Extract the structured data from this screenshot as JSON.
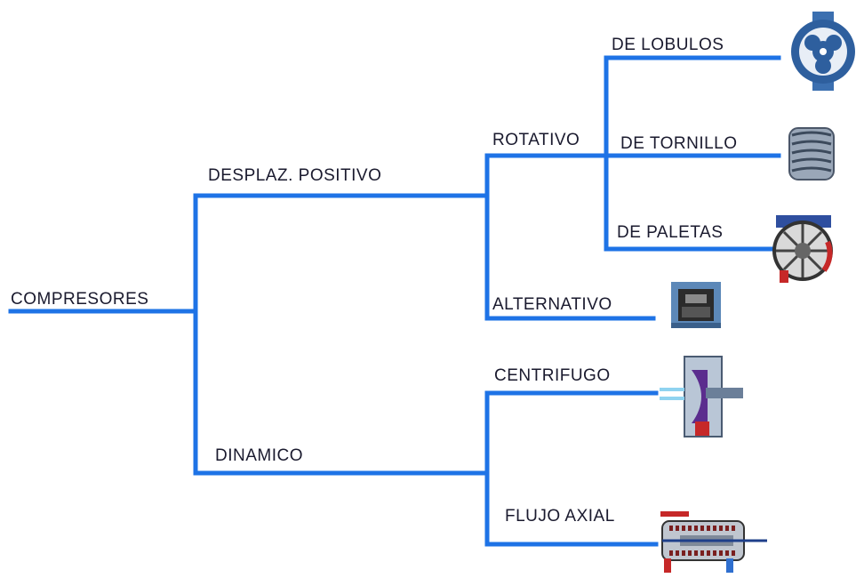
{
  "diagram": {
    "root": "COMPRESORES",
    "positive_displacement": "DESPLAZ. POSITIVO",
    "dynamic": "DINAMICO",
    "rotary": "ROTATIVO",
    "reciprocating": "ALTERNATIVO",
    "lobes": "DE LOBULOS",
    "screw": "DE TORNILLO",
    "vanes": "DE PALETAS",
    "centrifugal": "CENTRIFUGO",
    "axial_flow": "FLUJO AXIAL"
  },
  "colors": {
    "line": "#1e73e6",
    "text": "#1a1a2e"
  },
  "icons": [
    "lobe-compressor-icon",
    "screw-compressor-icon",
    "vane-compressor-icon",
    "reciprocating-compressor-icon",
    "centrifugal-compressor-icon",
    "axial-compressor-icon"
  ]
}
